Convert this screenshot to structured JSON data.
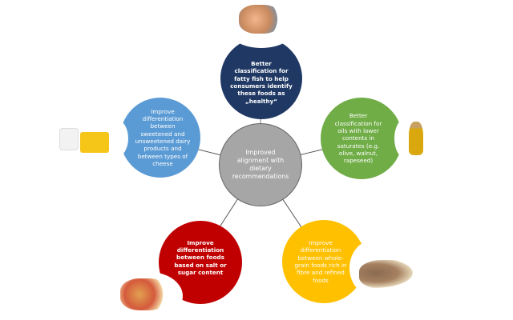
{
  "center": {
    "text": "Improved alignment with dietary recommendations",
    "color": "#a6a6a6"
  },
  "nodes": {
    "fish": {
      "text": "Better classification for fatty fish to help consumers identify these foods as „healthy“",
      "color": "#1f3864",
      "image": "seafood-image"
    },
    "oils": {
      "text": "Better classification for oils with lower contents in saturates (e.g. olive, walnut, rapeseed)",
      "color": "#70ad47",
      "image": "olive-oil-image"
    },
    "dairy": {
      "text": "Improve differentiation between sweetened and unsweetened dairy products and between types of cheese",
      "color": "#5b9bd5",
      "image": "milk-cheese-image"
    },
    "salt": {
      "text": "Improve differentiation between foods based on salt or sugar content",
      "color": "#c00000",
      "image": "snacks-image"
    },
    "grain": {
      "text": "Improve differentiation between whole-grain foods rich in fibre and refined foods",
      "color": "#ffc000",
      "image": "bread-grains-image"
    }
  }
}
